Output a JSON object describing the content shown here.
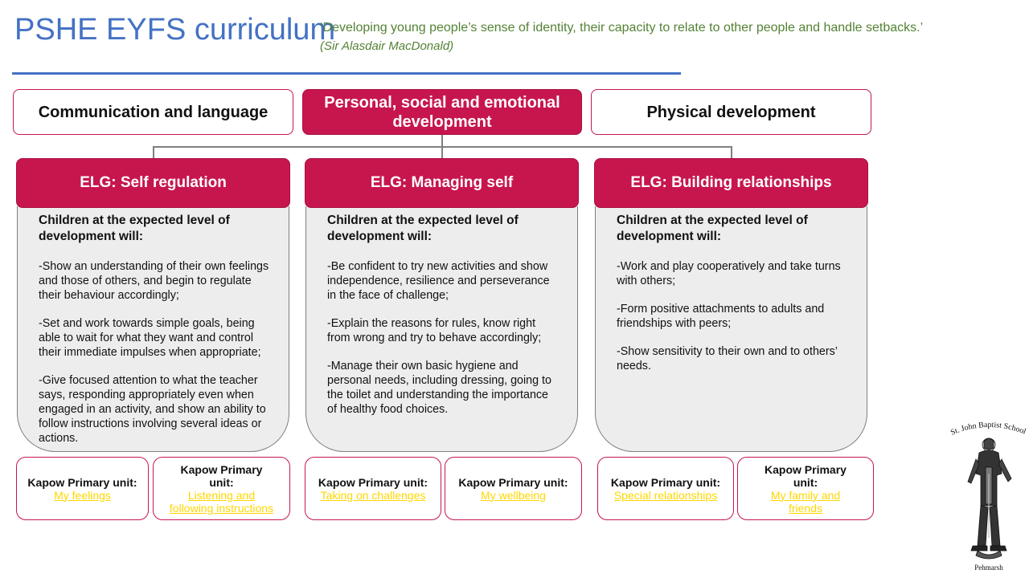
{
  "header": {
    "title": "PSHE EYFS curriculum",
    "quote": "‘Developing young people’s sense of identity, their capacity to relate to other people and handle setbacks.’",
    "quote_author": "(Sir Alasdair MacDonald)"
  },
  "areas": {
    "communication": "Communication and language",
    "pse": "Personal, social and emotional development",
    "physical": "Physical development"
  },
  "elgs": [
    {
      "title": "ELG: Self regulation",
      "intro": "Children at the expected level of development will:",
      "points": [
        "-Show an understanding of their own feelings and those of others, and begin to regulate their behaviour accordingly;",
        "-Set and work towards simple goals, being able to wait for what they want and control their immediate impulses when appropriate;",
        "-Give focused attention to what the teacher says, responding appropriately even when engaged in an activity, and show an ability to follow instructions involving several ideas or actions."
      ]
    },
    {
      "title": "ELG: Managing self",
      "intro": "Children at the expected level of development will:",
      "points": [
        "-Be confident to try new activities and show independence, resilience and perseverance in the face of challenge;",
        "-Explain the reasons for rules, know right from wrong and try to behave accordingly;",
        "-Manage their own basic hygiene and personal needs, including dressing, going to the toilet and understanding the importance of healthy food choices."
      ]
    },
    {
      "title": "ELG: Building relationships",
      "intro": "Children at the expected level of development will:",
      "points": [
        "-Work and play cooperatively and take turns with others;",
        "-Form positive attachments to adults and friendships with peers;",
        "-Show sensitivity to their own and to others’ needs."
      ]
    }
  ],
  "units": [
    {
      "label": "Kapow Primary unit:",
      "link": "My feelings"
    },
    {
      "label": "Kapow Primary unit:",
      "link": "Listening and following instructions"
    },
    {
      "label": "Kapow Primary unit:",
      "link": "Taking on challenges"
    },
    {
      "label": "Kapow Primary unit:",
      "link": "My wellbeing"
    },
    {
      "label": "Kapow Primary unit:",
      "link": "Special relationships"
    },
    {
      "label": "Kapow Primary unit:",
      "link": "My family and friends"
    }
  ],
  "crest": {
    "top_text": "St. John Baptist School",
    "bottom_text": "Pehmarsh"
  }
}
